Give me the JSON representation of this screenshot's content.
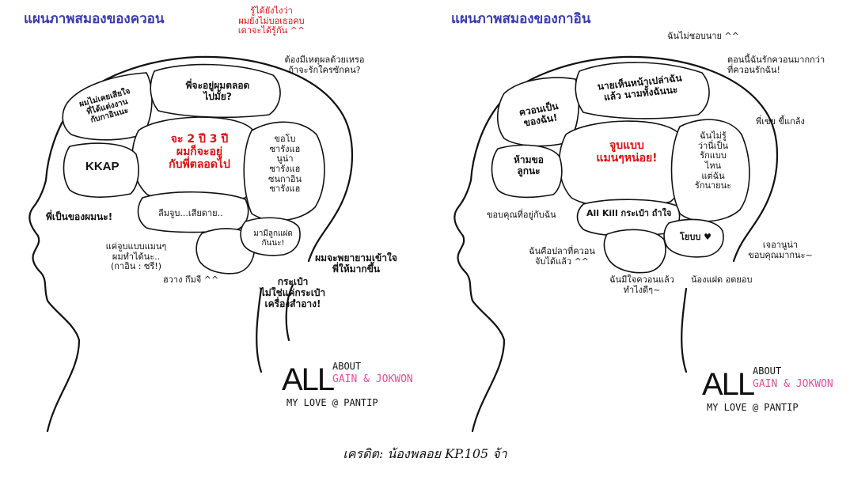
{
  "left": {
    "title": "แผนภาพสมองของควอน",
    "red_top": "รู้ได้ยังไงว่า\nผมยังไม่บอเธอคบ\nเดาจะได้รู้กัน ^^",
    "note_reason": "ต้องมีเหตุผลด้วยเหรอ\nถ้าจะรักใครซักคน?",
    "lobe_a": "ผมไม่เคยเสียใจ\nที่ได้แต่งงาน\nกับกาอินนะ",
    "lobe_b": "พี่จะอยู่ผมตลอด\nไปมั้ย?",
    "lobe_center": "จะ 2 ปี 3 ปี\nผมก็จะอยู่\nกับพี่ตลอดไป",
    "lobe_kkap": "KKAP",
    "lobe_right": "ขอโบ\nซารังแฮ\nนูน่า\nซารังแฮ\nซนกาอิน\nซารังแฮ",
    "lobe_bottom": "ลืมจูบ...เสียดาย..",
    "lobe_small": "มามีลูกแฝด\nกันนะ!",
    "note_mine": "พี่เป็นของผมนะ!",
    "note_kiss": "แค่จูบแบบแมนๆ\nผมทำได้นะ..\n(กาอิน : ซรี!)",
    "note_hwang": "ฮวาง กึมจี ^^",
    "note_try": "ผมจะพยายามเข้าใจ\nพี่ให้มากขึ้น",
    "note_bag": "กระเป๋า\nไม่ใช่แค่กระเป๋า\nเครื่องสำอาง!"
  },
  "right": {
    "title": "แผนภาพสมองของกาอิน",
    "note_top": "ฉันไม่ชอบนาย ^^",
    "note_love": "ตอนนี้ฉันรักควอนมากกว่า\nที่ควอนรักฉัน!",
    "lobe_a": "ควอนเป็น\nของฉัน!",
    "lobe_b": "นายเห็นหน้าเปล่าฉัน\nแล้ว นามทั้งฉันนะ",
    "note_brother": "พี่เขย ขี้แกล้ง",
    "lobe_center": "จูบแบบ\nแมนๆหน่อย!",
    "lobe_left": "ห้ามขอ\nลูกนะ",
    "lobe_right": "ฉันไม่รู้\nว่านี่เป็น\nรักแบบ\nไหน\nแต่ฉัน\nรักนายนะ",
    "note_thanks": "ขอบคุณที่อยู่กับฉัน",
    "lobe_allkill": "All Kill กระเป๋า ถำใจ",
    "lobe_yobo": "โยบบ ♥",
    "note_released": "ฉันคือปลาที่ควอน\nจับได้แล้ว ^^",
    "note_what": "ฉันมีใจควอนแล้ว\nทำไงดีๆ~",
    "note_jerry": "เจอานูน่า\nขอบคุณมากนะ~",
    "note_twins": "น้องแฝด อดยอบ"
  },
  "logo": {
    "all": "ALL",
    "about": "ABOUT",
    "gain": "GAIN & JOKWON",
    "mylove": "MY LOVE @ PANTIP"
  },
  "credit": "เครดิต: น้องพลอย KP.105 จ้า"
}
